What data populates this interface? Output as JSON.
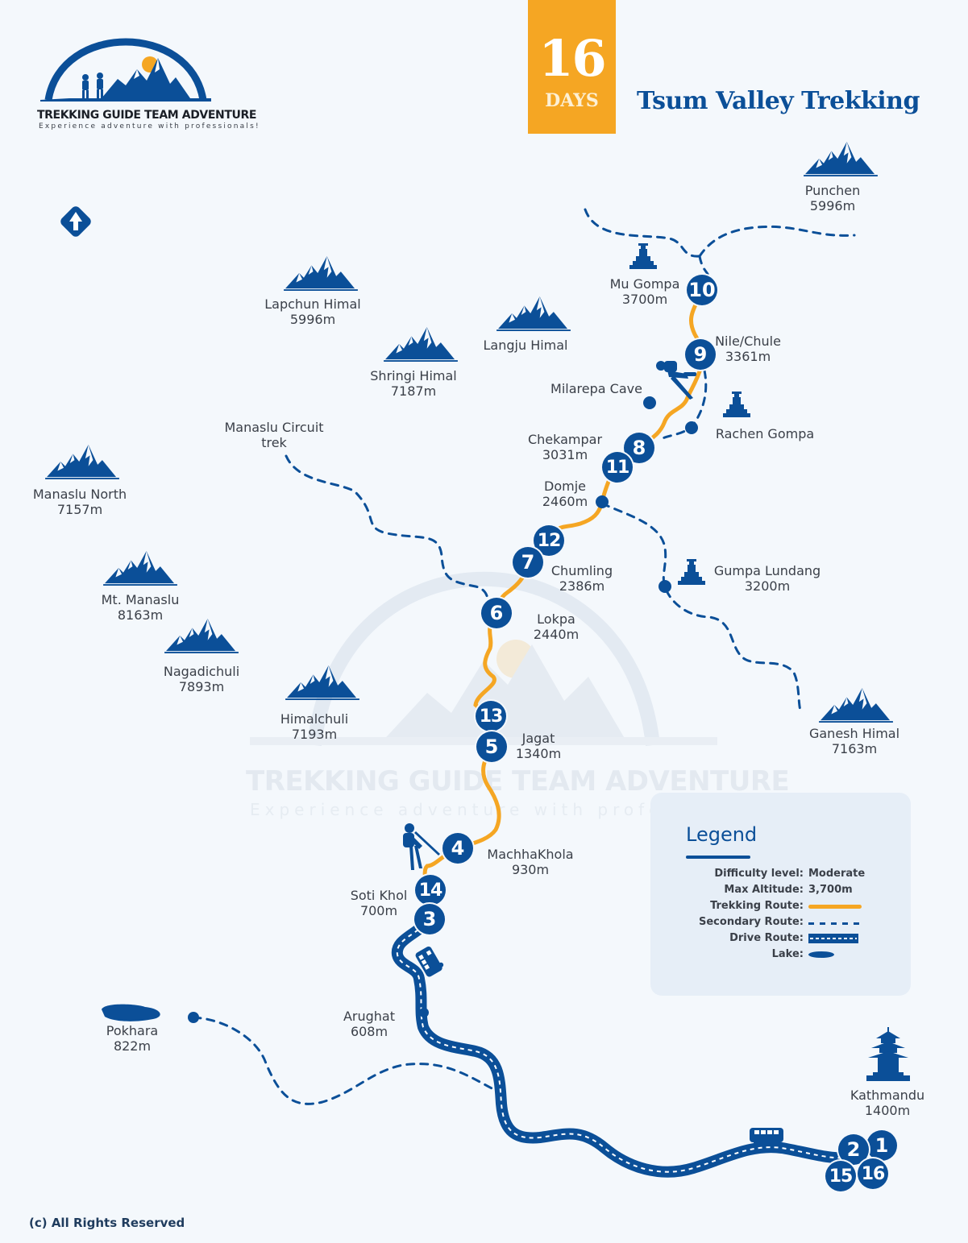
{
  "brand": {
    "name": "TREKKING GUIDE TEAM ADVENTURE",
    "tagline": "Experience adventure with professionals!"
  },
  "header": {
    "days_number": "16",
    "days_label": "DAYS",
    "title": "Tsum Valley Trekking"
  },
  "colors": {
    "primary_blue": "#0b4f98",
    "trek_orange": "#f5a623",
    "background": "#f4f8fc",
    "legend_bg": "#e6eef7"
  },
  "compass": {
    "icon": "north-arrow-icon"
  },
  "mountains": [
    {
      "name": "Punchen",
      "altitude": "5996m"
    },
    {
      "name": "Lapchun Himal",
      "altitude": "5996m"
    },
    {
      "name": "Langju Himal",
      "altitude": ""
    },
    {
      "name": "Shringi Himal",
      "altitude": "7187m"
    },
    {
      "name": "Manaslu North",
      "altitude": "7157m"
    },
    {
      "name": "Mt. Manaslu",
      "altitude": "8163m"
    },
    {
      "name": "Nagadichuli",
      "altitude": "7893m"
    },
    {
      "name": "Himalchuli",
      "altitude": "7193m"
    },
    {
      "name": "Ganesh Himal",
      "altitude": "7163m"
    }
  ],
  "places": {
    "mu_gompa": {
      "name": "Mu Gompa",
      "altitude": "3700m"
    },
    "nile_chule": {
      "name": "Nile/Chule",
      "altitude": "3361m"
    },
    "milarepa_cave": {
      "name": "Milarepa Cave"
    },
    "rachen_gompa": {
      "name": "Rachen Gompa"
    },
    "chekampar": {
      "name": "Chekampar",
      "altitude": "3031m"
    },
    "domje": {
      "name": "Domje",
      "altitude": "2460m"
    },
    "chumling": {
      "name": "Chumling",
      "altitude": "2386m"
    },
    "gumpa_lundang": {
      "name": "Gumpa Lundang",
      "altitude": "3200m"
    },
    "lokpa": {
      "name": "Lokpa",
      "altitude": "2440m"
    },
    "jagat": {
      "name": "Jagat",
      "altitude": "1340m"
    },
    "machhakhola": {
      "name": "MachhaKhola",
      "altitude": "930m"
    },
    "soti_khol": {
      "name": "Soti Khol",
      "altitude": "700m"
    },
    "arughat": {
      "name": "Arughat",
      "altitude": "608m"
    },
    "pokhara": {
      "name": "Pokhara",
      "altitude": "822m"
    },
    "kathmandu": {
      "name": "Kathmandu",
      "altitude": "1400m"
    },
    "manaslu_circuit": {
      "line1": "Manaslu Circuit",
      "line2": "trek"
    }
  },
  "stops": [
    "1",
    "2",
    "3",
    "4",
    "5",
    "6",
    "7",
    "8",
    "9",
    "10",
    "11",
    "12",
    "13",
    "14",
    "15",
    "16"
  ],
  "legend": {
    "title": "Legend",
    "rows": [
      {
        "key": "Difficulty level:",
        "value": "Moderate"
      },
      {
        "key": "Max Altitude:",
        "value": "3,700m"
      },
      {
        "key": "Trekking Route:",
        "value": ""
      },
      {
        "key": "Secondary Route:",
        "value": ""
      },
      {
        "key": "Drive Route:",
        "value": ""
      },
      {
        "key": "Lake:",
        "value": ""
      }
    ]
  },
  "footer": {
    "copyright": "(c) All Rights Reserved"
  }
}
